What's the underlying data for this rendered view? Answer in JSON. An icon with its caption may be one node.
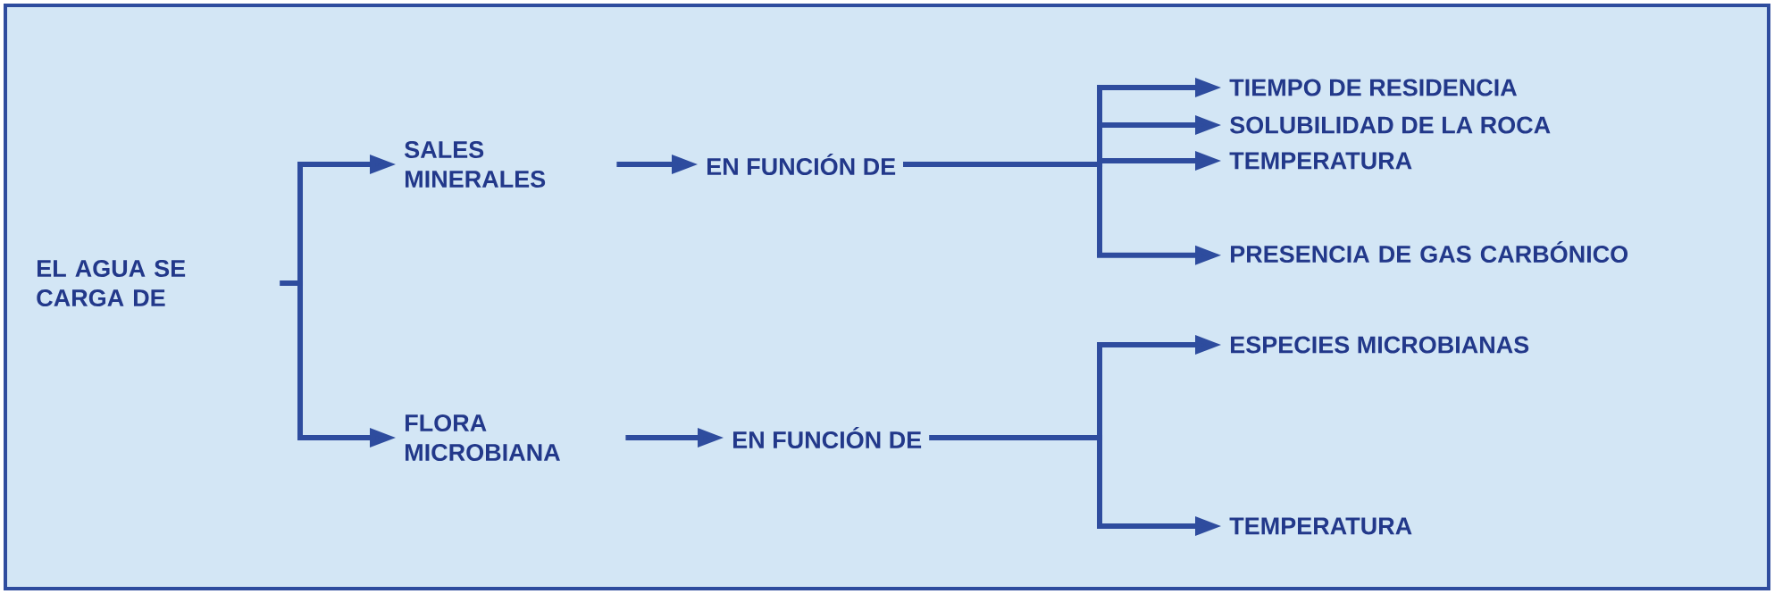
{
  "diagram": {
    "nodes": [
      {
        "text": [
          "EL AGUA SE CARGA DE"
        ]
      },
      {
        "text": [
          "SALES MINERALES"
        ]
      },
      {
        "text": [
          "EN FUNCIÓN DE"
        ]
      },
      {
        "text": [
          "TIEMPO DE RESIDENCIA"
        ]
      },
      {
        "text": [
          "SOLUBILIDAD DE LA ROCA"
        ]
      },
      {
        "text": [
          "TEMPERATURA"
        ]
      },
      {
        "text": [
          "PRESENCIA DE GAS CARBÓNICO"
        ]
      },
      {
        "text": [
          "FLORA MICROBIANA"
        ]
      },
      {
        "text": [
          "EN FUNCIÓN DE"
        ]
      },
      {
        "text": [
          "ESPECIES MICROBIANAS"
        ]
      },
      {
        "text": [
          "TEMPERATURA"
        ]
      }
    ],
    "edges": [
      {
        "from": 0,
        "to": 1,
        "arrow": "to"
      },
      {
        "from": 0,
        "to": 7,
        "arrow": "to"
      },
      {
        "from": 1,
        "to": 2,
        "arrow": "to"
      },
      {
        "from": 2,
        "to": 3,
        "arrow": "to"
      },
      {
        "from": 2,
        "to": 4,
        "arrow": "to"
      },
      {
        "from": 2,
        "to": 5,
        "arrow": "to"
      },
      {
        "from": 2,
        "to": 6,
        "arrow": "to"
      },
      {
        "from": 7,
        "to": 8,
        "arrow": "to"
      },
      {
        "from": 8,
        "to": 9,
        "arrow": "to"
      },
      {
        "from": 8,
        "to": 10,
        "arrow": "to"
      }
    ]
  }
}
